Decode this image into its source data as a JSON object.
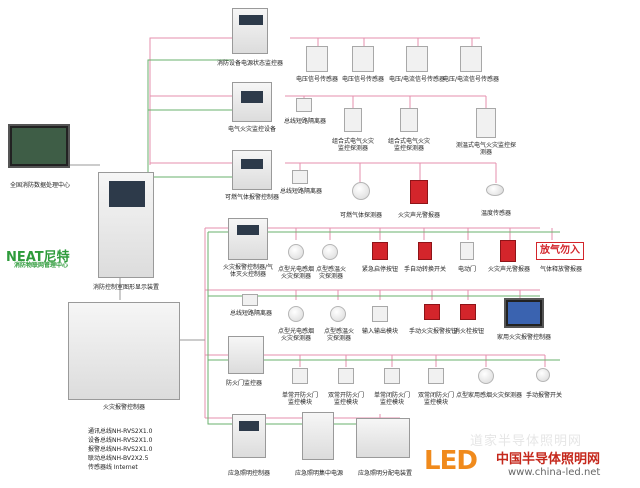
{
  "nodes": {
    "power_monitor": "消防设备电源状态监控器",
    "voltage_signal_1": "电压信号传感器",
    "voltage_signal_2": "电压信号传感器",
    "vc_signal_1": "电压/电流信号传感器",
    "vc_signal_2": "电压/电流信号传感器",
    "electrical_fire_monitor": "电气火灾监控设备",
    "bus_isolator_1": "总线短路隔离器",
    "combined_detector_1": "组合式电气火灾监控探测器",
    "combined_detector_2": "组合式电气火灾监控探测器",
    "mcb_detector": "测温式电气火灾监控探测器",
    "gas_controller": "可燃气体报警控制器",
    "bus_isolator_2": "总线短路隔离器",
    "gas_detector": "可燃气体探测器",
    "sound_light_alarm_1": "火灾声光警报器",
    "temperature_sensor": "温度传感器",
    "remote_center": "全国消防数据处理中心",
    "brand_name": "NEAT尼特",
    "brand_subtitle": "消防物联网管理中心",
    "graphic_display": "消防控制室图形显示装置",
    "fire_alarm_controller_left": "火灾报警控制器",
    "fire_alarm_controller_mid": "火灾报警控制器/气体灭火控制器",
    "point_smoke": "点型光电感烟火灾探测器",
    "point_heat": "点型感温火灾探测器",
    "emergency_start": "紧急启停按钮",
    "manual_switch": "手自动转换开关",
    "door_lamp": "电动门",
    "sound_light_alarm_2": "火灾声光警报器",
    "gas_release_sign": "放气勿入",
    "gas_release_lamp": "气体释放警报器",
    "bus_isolator_3": "总线短路隔离器",
    "point_smoke_2": "点型光电感烟火灾探测器",
    "point_heat_2": "点型感温火灾探测器",
    "io_module": "输入输出模块",
    "manual_alarm_button": "手动火灾报警按钮",
    "hydrant_button": "消火栓按钮",
    "home_controller": "家用火灾报警控制器",
    "fire_door_monitor": "防火门监控器",
    "single_door": "单常开防火门监控模块",
    "double_door": "双常开防火门监控模块",
    "single_closed_door": "单常闭防火门监控模块",
    "double_closed_door": "双常闭防火门监控模块",
    "home_smoke": "点型家用感烟火灾探测器",
    "manual_alarm_switch": "手动报警开关",
    "emergency_lighting_ctrl": "应急照明控制器",
    "central_power": "应急照明集中电源",
    "distribution": "应急照明分配电装置"
  },
  "protocols": [
    "通讯总线NH-RVS2X1.0",
    "设备总线NH-RVS2X1.0",
    "报警总线NH-RVS2X1.0",
    "联动总线NH-BV2X2.5",
    "传感器线     Internet"
  ],
  "watermark": {
    "brand_text": "中国半导体照明网",
    "url": "www.china-led.net",
    "logo_text": "LED",
    "faint_text": "道家半导体照明网"
  },
  "colors": {
    "wire_pink": "#e58fae",
    "wire_green": "#6ab26e",
    "wire_gray": "#9a9a9a",
    "brand_green": "#2e9b3b",
    "alarm_red": "#d3252b",
    "logo_orange": "#f08a1c"
  }
}
